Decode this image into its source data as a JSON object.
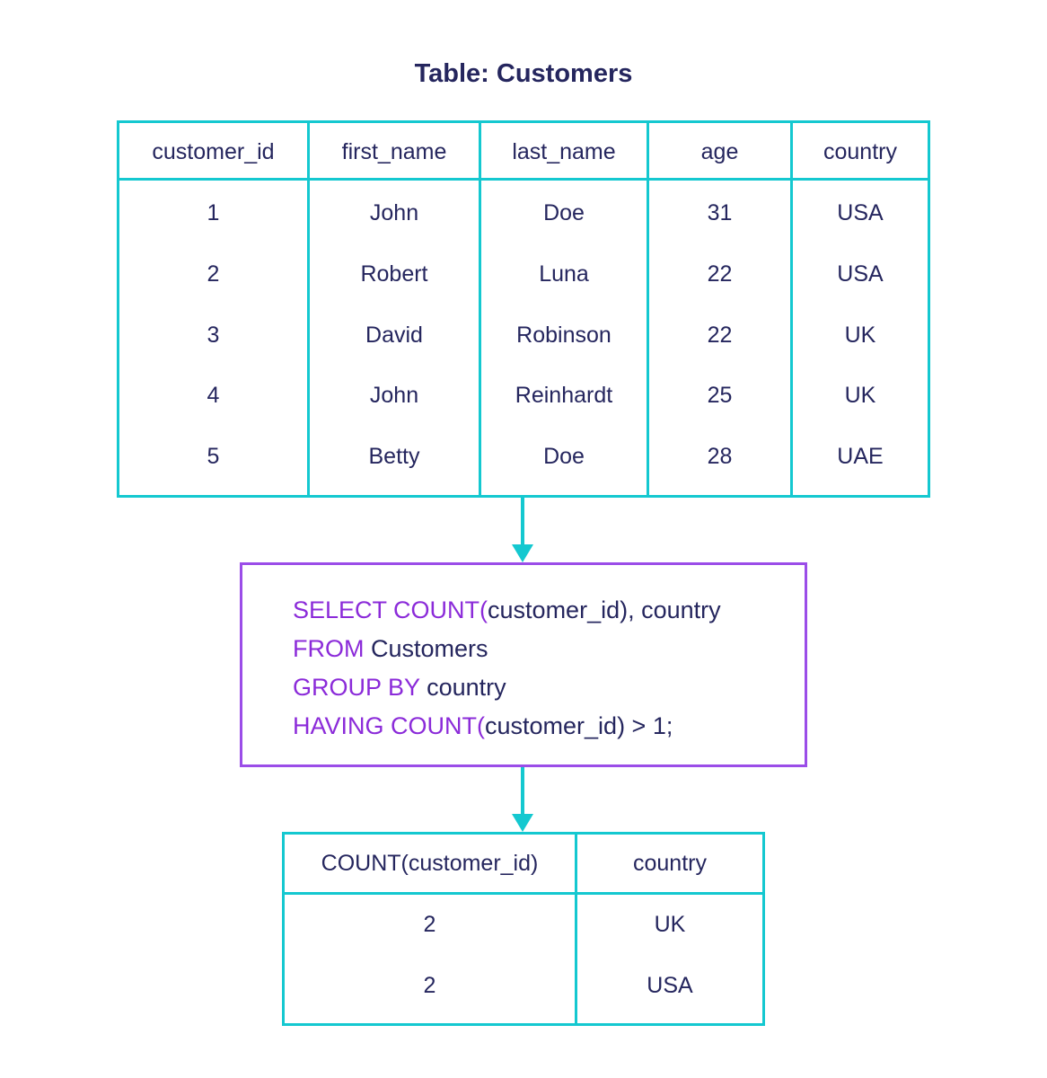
{
  "title": "Table: Customers",
  "colors": {
    "table_border": "#14c8d0",
    "sql_border": "#9b4de8",
    "keyword": "#8b2bd9",
    "text": "#25265e",
    "arrow": "#14c8d0"
  },
  "customers_table": {
    "headers": [
      "customer_id",
      "first_name",
      "last_name",
      "age",
      "country"
    ],
    "rows": [
      [
        "1",
        "John",
        "Doe",
        "31",
        "USA"
      ],
      [
        "2",
        "Robert",
        "Luna",
        "22",
        "USA"
      ],
      [
        "3",
        "David",
        "Robinson",
        "22",
        "UK"
      ],
      [
        "4",
        "John",
        "Reinhardt",
        "25",
        "UK"
      ],
      [
        "5",
        "Betty",
        "Doe",
        "28",
        "UAE"
      ]
    ]
  },
  "sql": {
    "line1_kw": "SELECT COUNT(",
    "line1_rest": "customer_id), country",
    "line2_kw": "FROM",
    "line2_rest": " Customers",
    "line3_kw": "GROUP BY",
    "line3_rest": " country",
    "line4_kw": "HAVING COUNT(",
    "line4_rest": "customer_id) > 1;"
  },
  "result_table": {
    "headers": [
      "COUNT(customer_id)",
      "country"
    ],
    "rows": [
      [
        "2",
        "UK"
      ],
      [
        "2",
        "USA"
      ]
    ]
  }
}
